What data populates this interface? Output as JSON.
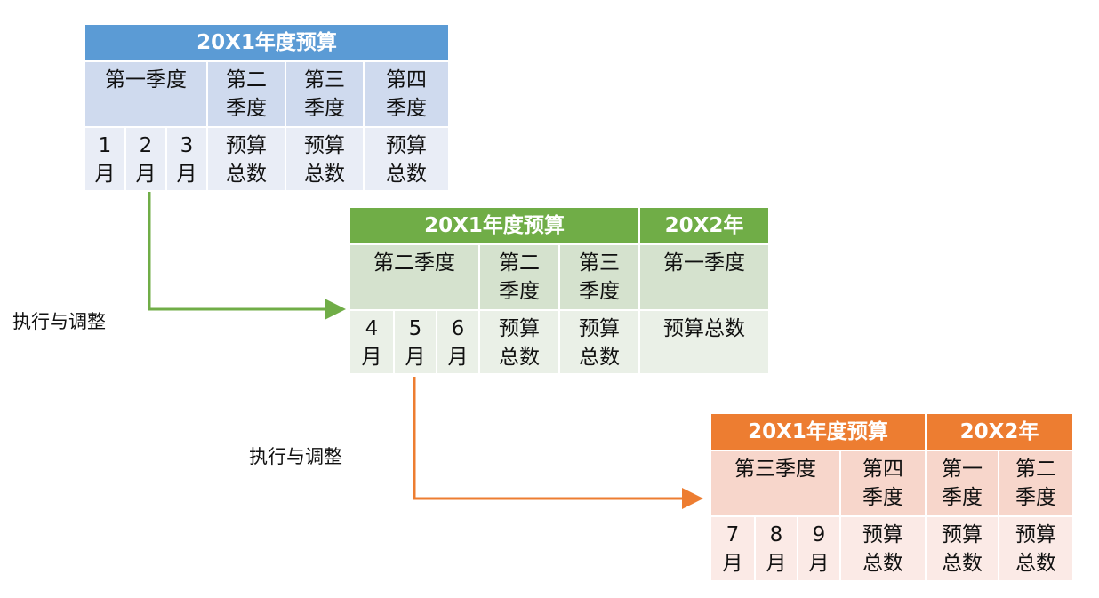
{
  "colors": {
    "blue": "#5b9bd5",
    "blue_row2": "#cfdaee",
    "blue_row3": "#e9edf6",
    "green": "#70ad47",
    "green_row2": "#d5e2ce",
    "green_row3": "#eaf0e7",
    "orange": "#ed7d31",
    "orange_row2": "#f7d6cb",
    "orange_row3": "#fbeae6"
  },
  "tables": [
    {
      "header": [
        "20X1年度预算"
      ],
      "row2": [
        "第一季度",
        "第二\n季度",
        "第三\n季度",
        "第四\n季度"
      ],
      "row3": [
        "1\n月",
        "2\n月",
        "3\n月",
        "预算\n总数",
        "预算\n总数",
        "预算\n总数"
      ]
    },
    {
      "header": [
        "20X1年度预算",
        "20X2年"
      ],
      "row2": [
        "第二季度",
        "第二\n季度",
        "第三\n季度",
        "第一季度"
      ],
      "row3": [
        "4\n月",
        "5\n月",
        "6\n月",
        "预算\n总数",
        "预算\n总数",
        "预算总数"
      ]
    },
    {
      "header": [
        "20X1年度预算",
        "20X2年"
      ],
      "row2": [
        "第三季度",
        "第四\n季度",
        "第一\n季度",
        "第二\n季度"
      ],
      "row3": [
        "7\n月",
        "8\n月",
        "9\n月",
        "预算\n总数",
        "预算\n总数",
        "预算\n总数"
      ]
    }
  ],
  "arrows": [
    {
      "label": "执行与调整"
    },
    {
      "label": "执行与调整"
    }
  ]
}
